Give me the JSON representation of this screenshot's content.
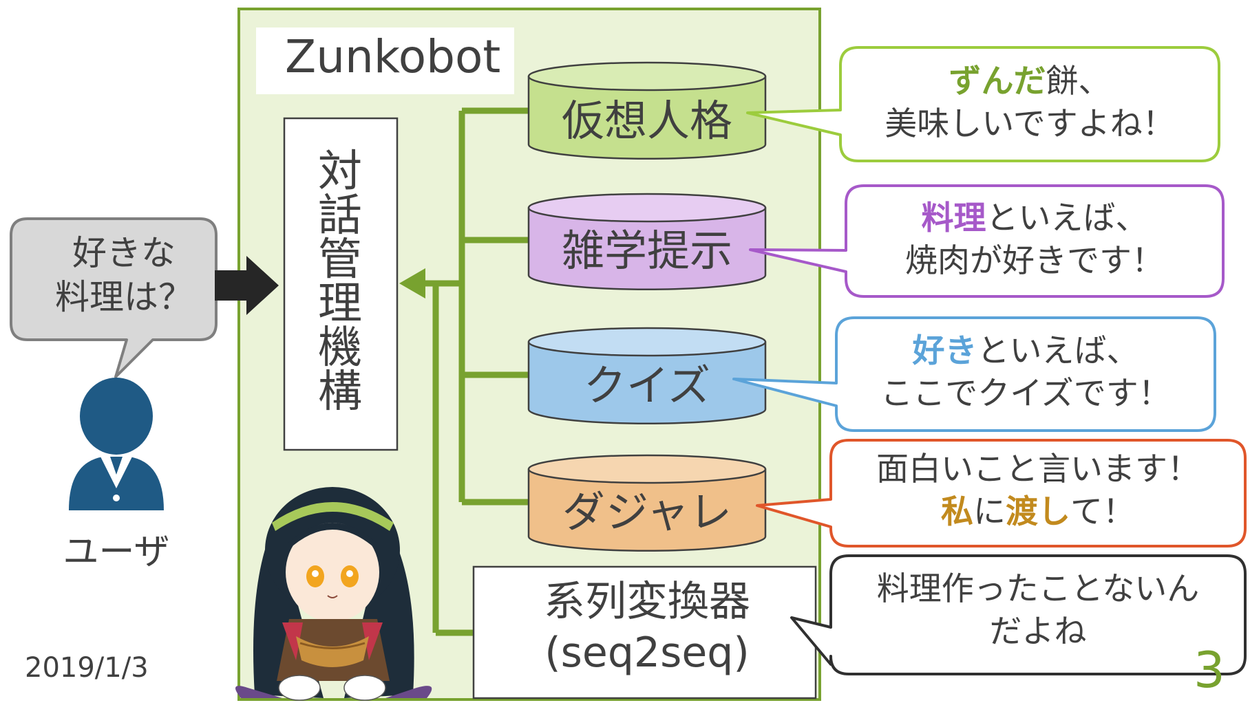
{
  "bot": {
    "title": "Zunkobot"
  },
  "manager": {
    "chars": [
      "対",
      "話",
      "管",
      "理",
      "機",
      "構"
    ]
  },
  "modules": [
    {
      "label": "仮想人格",
      "color": "#c5e08e",
      "top": "#d9ecb4"
    },
    {
      "label": "雑学提示",
      "color": "#d8b5e8",
      "top": "#e7cdf2"
    },
    {
      "label": "クイズ",
      "color": "#9dc8ea",
      "top": "#c2ddf3"
    },
    {
      "label": "ダジャレ",
      "color": "#f0c08a",
      "top": "#f6d6b0"
    }
  ],
  "seq": {
    "line1": "系列変換器",
    "line2": "(seq2seq)"
  },
  "user": {
    "label": "ユーザ",
    "question_line1": "好きな",
    "question_line2": "料理は？"
  },
  "responses": [
    {
      "hl": "ずんだ",
      "rest1": "餅、",
      "line2": "美味しいですよね！",
      "border": "#9ccc3d",
      "hl_color": "#78a22f"
    },
    {
      "hl": "料理",
      "rest1": "といえば、",
      "line2": "焼肉が好きです！",
      "border": "#a659c9",
      "hl_color": "#a659c9"
    },
    {
      "hl": "好き",
      "rest1": "といえば、",
      "line2": "ここでクイズです！",
      "border": "#5ba3d9",
      "hl_color": "#5ba3d9"
    },
    {
      "line1": "面白いこと言います！",
      "hl_a": "私",
      "mid": "に",
      "hl_b": "渡し",
      "tail": "て！",
      "border": "#e0562a",
      "hl_color": "#c28a1e"
    },
    {
      "line1": "料理作ったことないん",
      "line2": "だよね",
      "border": "#303030"
    }
  ],
  "footer": {
    "date": "2019/1/3",
    "page": "3"
  },
  "colors": {
    "panel_fill": "#ebf3d8",
    "panel_border": "#78a22f",
    "connector": "#78a22f",
    "user_icon": "#1f5a85"
  }
}
